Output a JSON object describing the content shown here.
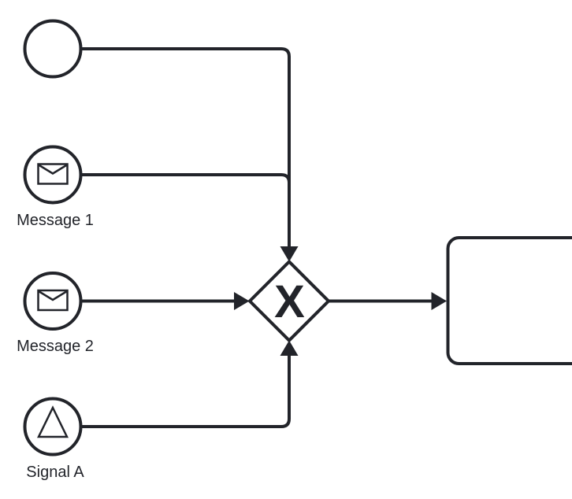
{
  "colors": {
    "stroke": "#22242A",
    "fill": "#FFFFFF",
    "background": "#FFFFFF"
  },
  "diagram": {
    "kind": "BPMN process diagram",
    "events": [
      {
        "id": "start-event",
        "label": "",
        "icon": "none"
      },
      {
        "id": "message-event-1",
        "label": "Message 1",
        "icon": "envelope-icon"
      },
      {
        "id": "message-event-2",
        "label": "Message 2",
        "icon": "envelope-icon"
      },
      {
        "id": "signal-event",
        "label": "Signal A",
        "icon": "signal-triangle-icon"
      }
    ],
    "gateway": {
      "id": "exclusive-gateway",
      "marker": "X"
    },
    "task": {
      "id": "task",
      "label": ""
    }
  }
}
